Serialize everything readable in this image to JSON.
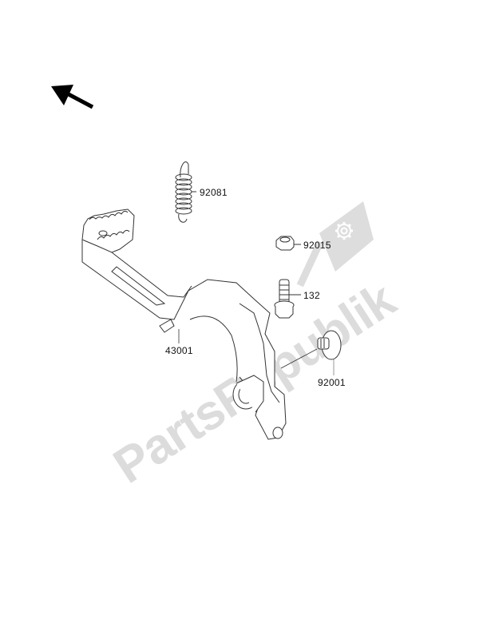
{
  "diagram": {
    "type": "exploded parts diagram",
    "subject": "rear brake pedal assembly",
    "direction_indicator": "front-arrow-up-left",
    "parts": [
      {
        "id": "92081",
        "label": "92081",
        "name": "spring"
      },
      {
        "id": "92015",
        "label": "92015",
        "name": "nut"
      },
      {
        "id": "132",
        "label": "132",
        "name": "bolt"
      },
      {
        "id": "43001",
        "label": "43001",
        "name": "brake-pedal"
      },
      {
        "id": "92001",
        "label": "92001",
        "name": "bolt-with-washer"
      }
    ]
  },
  "watermark": {
    "text": "PartsRepublik",
    "color": "#dcdcdc"
  },
  "colors": {
    "line": "#222222",
    "background": "#ffffff"
  }
}
